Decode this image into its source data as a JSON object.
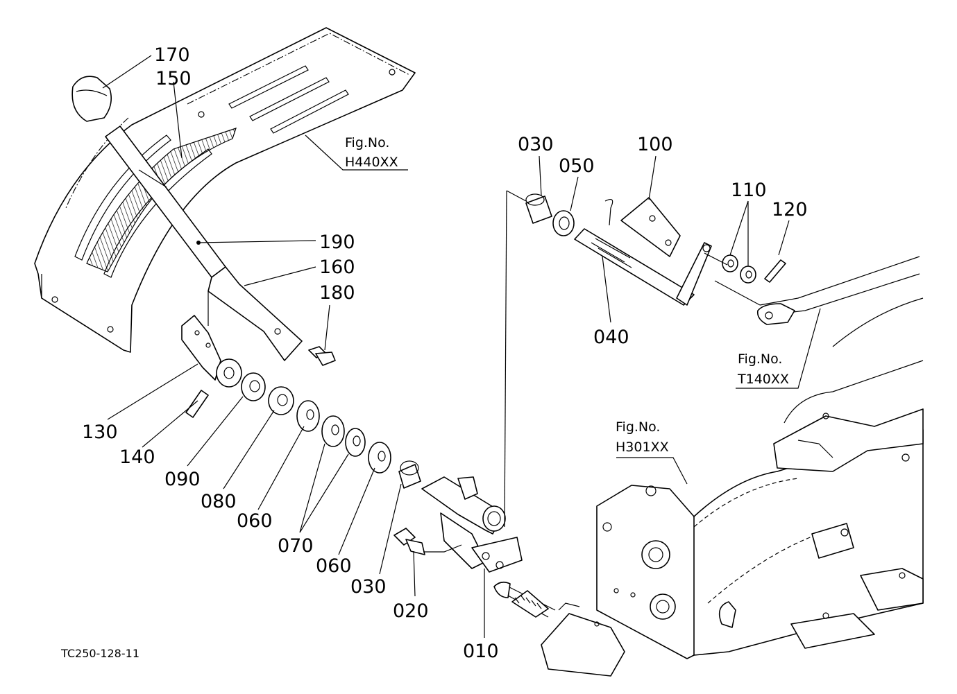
{
  "callouts": {
    "p170": "170",
    "p150": "150",
    "p190": "190",
    "p160": "160",
    "p180": "180",
    "p130": "130",
    "p140": "140",
    "p090": "090",
    "p080": "080",
    "p060a": "060",
    "p070": "070",
    "p060b": "060",
    "p030a": "030",
    "p020": "020",
    "p010": "010",
    "p030b": "030",
    "p050": "050",
    "p100": "100",
    "p110": "110",
    "p120": "120",
    "p040": "040"
  },
  "figure_refs": {
    "h440": {
      "label": "Fig.No.",
      "number": "H440XX"
    },
    "t140": {
      "label": "Fig.No.",
      "number": "T140XX"
    },
    "h301": {
      "label": "Fig.No.",
      "number": "H301XX"
    }
  },
  "drawing_code": "TC250-128-11"
}
